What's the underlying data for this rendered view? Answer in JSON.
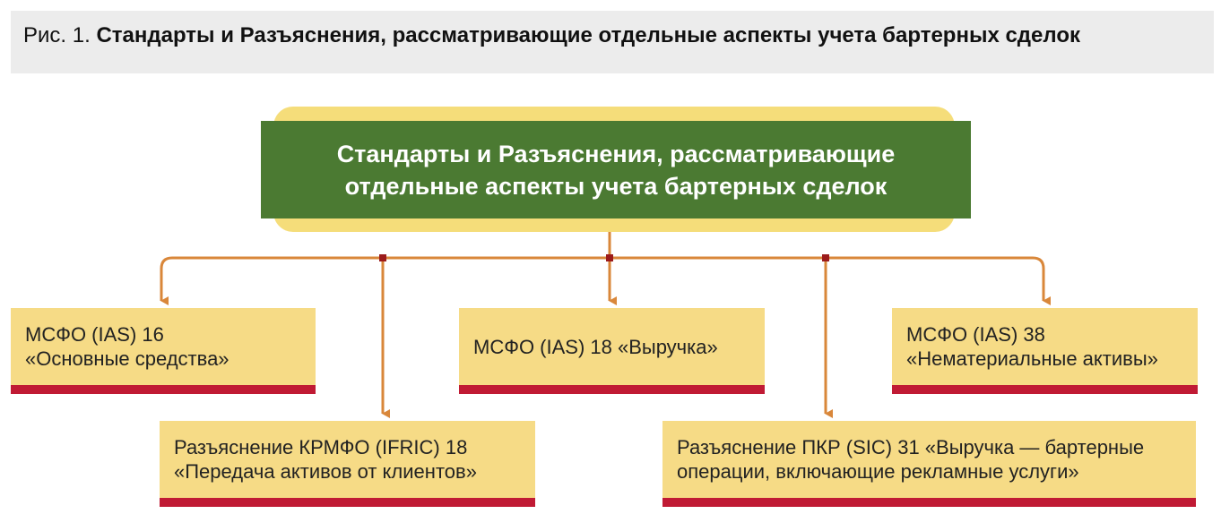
{
  "caption": {
    "prefix": "Рис. 1.",
    "title": "Стандарты и Разъяснения, рассматривающие отдельные аспекты учета бартерных сделок"
  },
  "root": {
    "lines": [
      "Стандарты и Разъяснения, рассматривающие",
      "отдельные аспекты учета бартерных сделок"
    ]
  },
  "nodes": {
    "ias16": {
      "lines": [
        "МСФО (IAS) 16",
        "«Основные средства»"
      ]
    },
    "ias18": {
      "lines": [
        "МСФО (IAS) 18 «Выручка»"
      ]
    },
    "ias38": {
      "lines": [
        "МСФО (IAS) 38",
        "«Нематериальные активы»"
      ]
    },
    "ifric18": {
      "lines": [
        "Разъяснение КРМФО (IFRIC) 18",
        "«Передача активов от клиентов»"
      ]
    },
    "sic31": {
      "lines": [
        "Разъяснение ПКР (SIC) 31 «Выручка — бартерные",
        "операции, включающие рекламные услуги»"
      ]
    }
  },
  "colors": {
    "root_fill": "#4b7a32",
    "root_glow": "#f5dd7a",
    "node_fill": "#f6db86",
    "node_underline": "#c01a34",
    "connector": "#d9873a",
    "junction": "#9b1b1b"
  }
}
